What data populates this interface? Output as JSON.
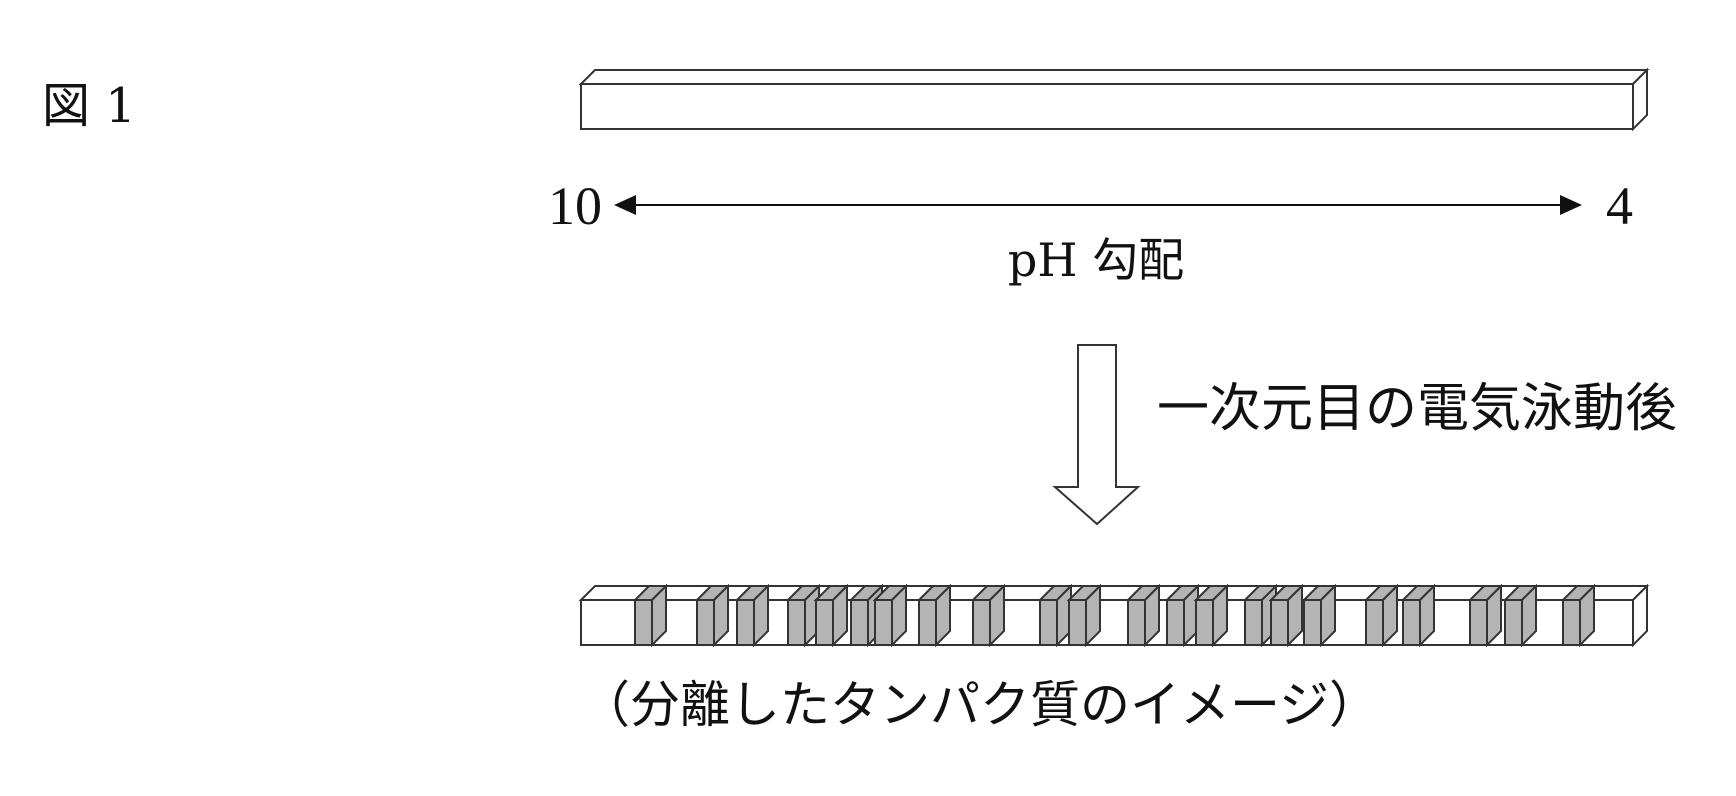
{
  "figure_label": "図 1",
  "gel_strip": {
    "ph_left": "10",
    "ph_right": "4",
    "ph_label": "pH 勾配"
  },
  "step_label": "一次元目の電気泳動後",
  "result_caption": "（分離したタンパク質のイメージ）",
  "band_count": 22,
  "colors": {
    "band": "#b4b4b4",
    "stroke": "#333333",
    "strip": "#ffffff"
  }
}
